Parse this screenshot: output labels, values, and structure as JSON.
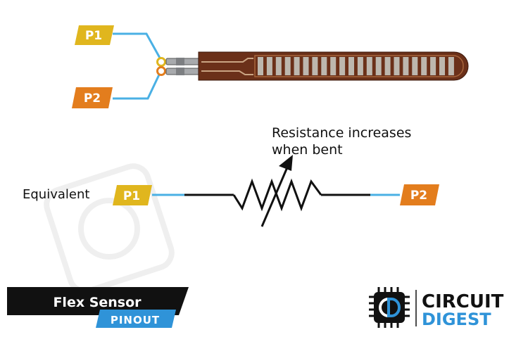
{
  "sensor_pins": {
    "p1": "P1",
    "p2": "P2"
  },
  "annotation": {
    "line1": "Resistance increases",
    "line2": "when bent"
  },
  "equivalent": {
    "label": "Equivalent",
    "p1": "P1",
    "p2": "P2"
  },
  "title": {
    "main": "Flex Sensor",
    "sub": "PINOUT"
  },
  "brand": {
    "name_line1": "CIRCUIT",
    "name_line2": "DIGEST"
  },
  "colors": {
    "p1": "#e0b61e",
    "p2": "#e37d1d",
    "wire": "#4ab0e4",
    "sensor_body": "#6b3019",
    "sensor_stripes": "#bdb7ae",
    "title_bar": "#111111",
    "subtitle_bar": "#2f93d8",
    "brand_blue": "#2f93d8"
  }
}
